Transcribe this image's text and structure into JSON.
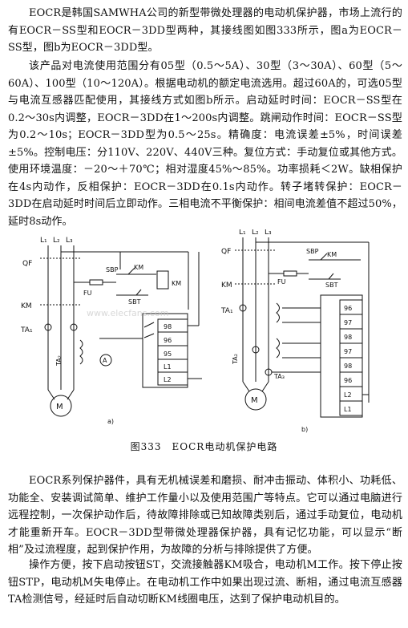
{
  "paragraphs": {
    "p1": "EOCR是韩国SAMWHA公司的新型带微处理器的电动机保护器，市场上流行的有EOCR－SS型和EOCR－3DD型两种，其接线图如图333所示，图a为EOCR－SS型，图b为EOCR－3DD型。",
    "p2": "该产品对电流使用范围分有05型（0.5～5A）、30型（3～30A）、60型（5～60A）、100型（10～120A）。根据电动机的额定电流选用。超过60A的，可选05型与电流互感器匹配使用，其接线方式如图b所示。启动延时时间：EOCR－SS型在0.2～30s内调整，EOCR－3DD在1～200s内调整。跳闸动作时间：EOCR－SS型为0.2～10s；EOCR－3DD型为0.5～25s。精确度：电流误差±5%，时间误差±5%。控制电压：分110V、220V、440V三种。复位方式：手动复位或其他方式。使用环境温度：－20～＋70℃；相对湿度45%～85%。功率损耗＜2W。缺相保护在4s内动作，反相保护：EOCR－3DD在0.1s内动作。转子堵转保护：EOCR－3DD在启动延时时间后立即动作。三相电流不平衡保护：相间电流差值不超过50%，延时8s动作。",
    "p3": "EOCR系列保护器件，具有无机械误差和磨损、耐冲击振动、体积小、功耗低、功能全、安装调试简单、维护工作量小以及使用范围广等特点。它可以通过电脑进行远程控制，一次保护动作后，待故障排除或已知故障类别后，通过手动复位，电动机才能重新开车。EOCR－3DD型带微处理器保护器，具有记忆功能，可以显示“断相”及过流程度，起到保护作用，为故障的分析与排除提供了方便。",
    "p4": "操作方便，按下启动按钮ST，交流接触器KM吸合，电动机M工作。按下停止按钮STP，电动机M失电停止。在电动机工作中如果出现过流、断相，通过电流互感器TA检测信号，经延时后自动切断KM线圈电压，达到了保护电动机目的。"
  },
  "figure": {
    "caption": "图333　EOCR电动机保护电路",
    "label_a": "a)",
    "label_b": "b)",
    "a": {
      "L1": "L₁",
      "L2": "L₂",
      "L3": "L₃",
      "QF": "QF",
      "SBP": "SBP",
      "KM": "KM",
      "FU": "FU",
      "SBT": "SBT",
      "KM_coil": "KM",
      "KM_main": "KM",
      "TA1": "TA₁",
      "TA2": "TA₂",
      "ammeter": "A",
      "motor": "M",
      "terminals": [
        "98",
        "96",
        "95",
        "L1",
        "L2"
      ]
    },
    "b": {
      "L1": "L₁",
      "L2": "L₂",
      "L3": "L₃",
      "QF": "QF",
      "SBP": "SBP",
      "KM": "KM",
      "FU": "FU",
      "SBT": "SBT",
      "KM_main": "KM",
      "TA1": "TA₁",
      "TA2": "TA₂",
      "TA3": "TA₃",
      "motor": "M",
      "terminals": [
        "96",
        "97",
        "98",
        "97",
        "98",
        "96",
        "L2",
        "L1"
      ]
    }
  },
  "watermark": "www.elecfans.com"
}
